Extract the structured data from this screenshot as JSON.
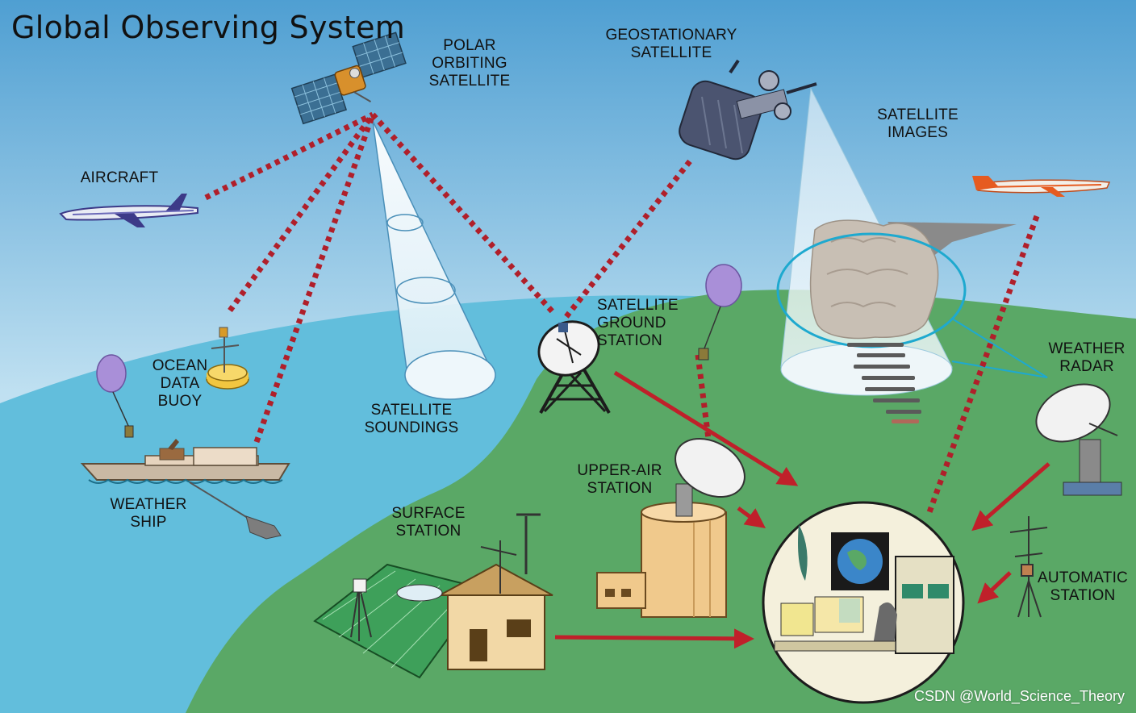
{
  "title": "Global Observing System",
  "watermark": "CSDN @World_Science_Theory",
  "labels": {
    "polar_satellite": "POLAR\nORBITING\nSATELLITE",
    "geostationary_satellite": "GEOSTATIONARY\nSATELLITE",
    "satellite_images": "SATELLITE\nIMAGES",
    "aircraft": "AIRCRAFT",
    "ocean_data_buoy": "OCEAN\nDATA\nBUOY",
    "satellite_soundings": "SATELLITE\nSOUNDINGS",
    "satellite_ground_station": "SATELLITE\nGROUND\nSTATION",
    "weather_radar": "WEATHER\nRADAR",
    "weather_ship": "WEATHER\nSHIP",
    "upper_air_station": "UPPER-AIR\nSTATION",
    "surface_station": "SURFACE\nSTATION",
    "automatic_station": "AUTOMATIC\nSTATION"
  },
  "colors": {
    "sky_top": "#5aa7d6",
    "sky_bottom": "#eaf5fb",
    "ocean": "#62bedc",
    "land": "#5aa866",
    "link_dotted": "#b01f2a",
    "arrow": "#c0202a",
    "balloon": "#a98fd8",
    "buoy": "#f2c640"
  }
}
